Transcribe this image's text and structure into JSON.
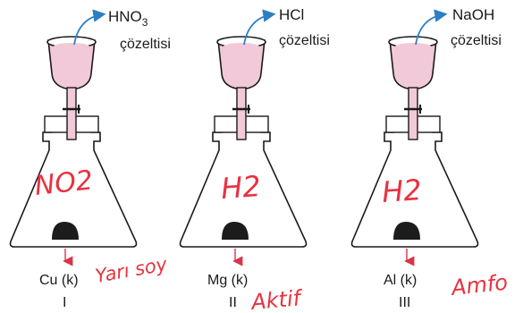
{
  "colors": {
    "ink": "#1a1a1a",
    "solution": "#f2c9d9",
    "arrow_blue": "#2d7fc4",
    "arrow_red": "#d8344a",
    "handwriting": "#e8323f",
    "metal": "#1c1c1c"
  },
  "setups": [
    {
      "reagent": "HNO",
      "reagent_sub": "3",
      "reagent_word": "çözeltisi",
      "metal": "Cu (k)",
      "numeral": "I",
      "gas_note": "NO2",
      "side_note": "Yarı soy"
    },
    {
      "reagent": "HCl",
      "reagent_sub": "",
      "reagent_word": "çözeltisi",
      "metal": "Mg (k)",
      "numeral": "II",
      "gas_note": "H2",
      "side_note": "Aktif"
    },
    {
      "reagent": "NaOH",
      "reagent_sub": "",
      "reagent_word": "çözeltisi",
      "metal": "Al (k)",
      "numeral": "III",
      "gas_note": "H2",
      "side_note": "Amfo"
    }
  ]
}
